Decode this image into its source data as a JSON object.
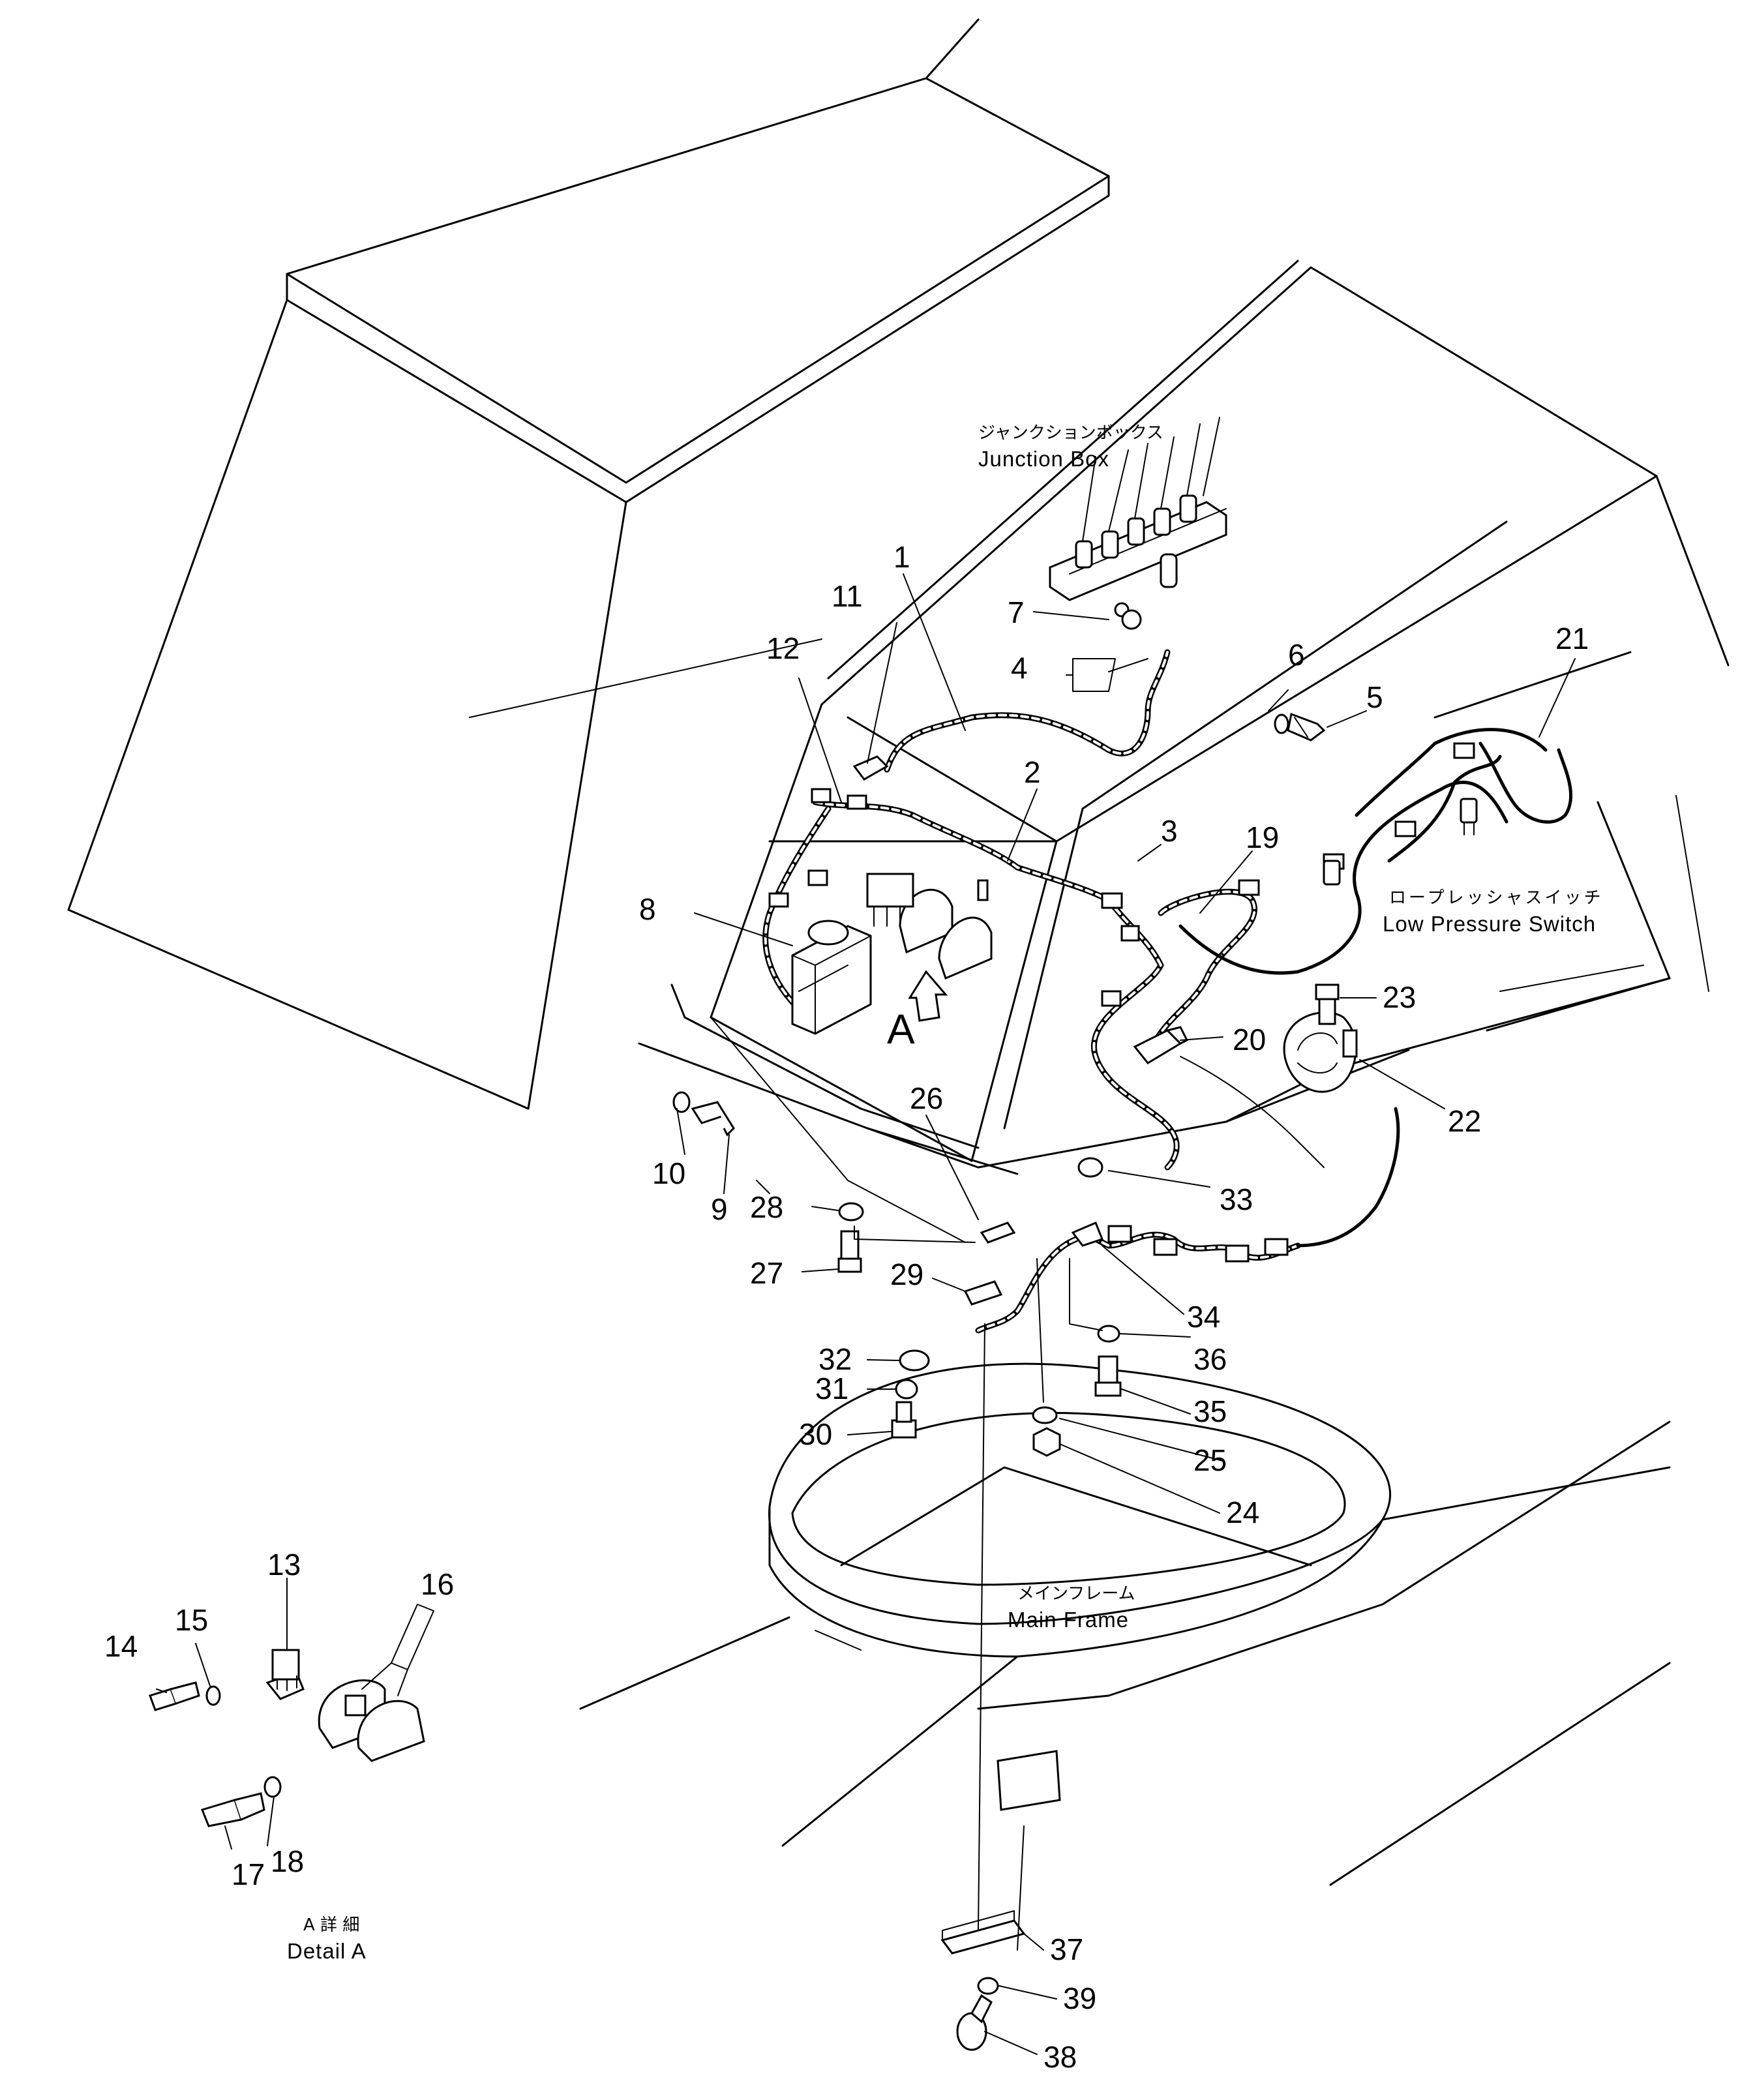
{
  "labels": {
    "junction_box_jp": "ジャンクションボックス",
    "junction_box_en": "Junction Box",
    "low_pressure_switch_jp": "ロープレッシャスイッチ",
    "low_pressure_switch_en": "Low Pressure Switch",
    "main_frame_jp": "メインフレーム",
    "main_frame_en": "Main Frame",
    "detail_a_jp": "A 詳 細",
    "detail_a_en": "Detail A",
    "view_arrow_letter": "A"
  },
  "callouts": {
    "c1": "1",
    "c2": "2",
    "c3": "3",
    "c4": "4",
    "c5": "5",
    "c6": "6",
    "c7": "7",
    "c8": "8",
    "c9": "9",
    "c10": "10",
    "c11": "11",
    "c12": "12",
    "c13": "13",
    "c14": "14",
    "c15": "15",
    "c16": "16",
    "c17": "17",
    "c18": "18",
    "c19": "19",
    "c20": "20",
    "c21": "21",
    "c22": "22",
    "c23": "23",
    "c24": "24",
    "c25": "25",
    "c26": "26",
    "c27": "27",
    "c28": "28",
    "c29": "29",
    "c30": "30",
    "c31": "31",
    "c32": "32",
    "c33": "33",
    "c34": "34",
    "c35": "35",
    "c36": "36",
    "c37": "37",
    "c38": "38",
    "c39": "39"
  }
}
